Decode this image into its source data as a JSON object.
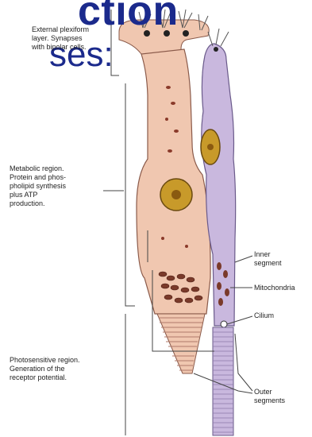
{
  "slide": {
    "title_fragment": "ction",
    "subtitle_fragment": "ses:"
  },
  "labels": {
    "external_plexiform": "External plexiform\nlayer. Synapses\nwith bipolar cells.",
    "metabolic": "Metabolic region.\nProtein and phos-\npholipid synthesis\nplus ATP\nproduction.",
    "photosensitive": "Photosensitive region.\nGeneration of the\nreceptor potential.",
    "inner_segment": "Inner\nsegment",
    "mitochondria": "Mitochondria",
    "cilium": "Cilium",
    "outer_segments": "Outer\nsegments"
  },
  "colors": {
    "cone_fill": "#f0c7b0",
    "rod_fill": "#c9b8de",
    "nucleus_fill": "#c89a2a",
    "mito_fill": "#7a3a2a",
    "title_color": "#1b2a8c"
  }
}
